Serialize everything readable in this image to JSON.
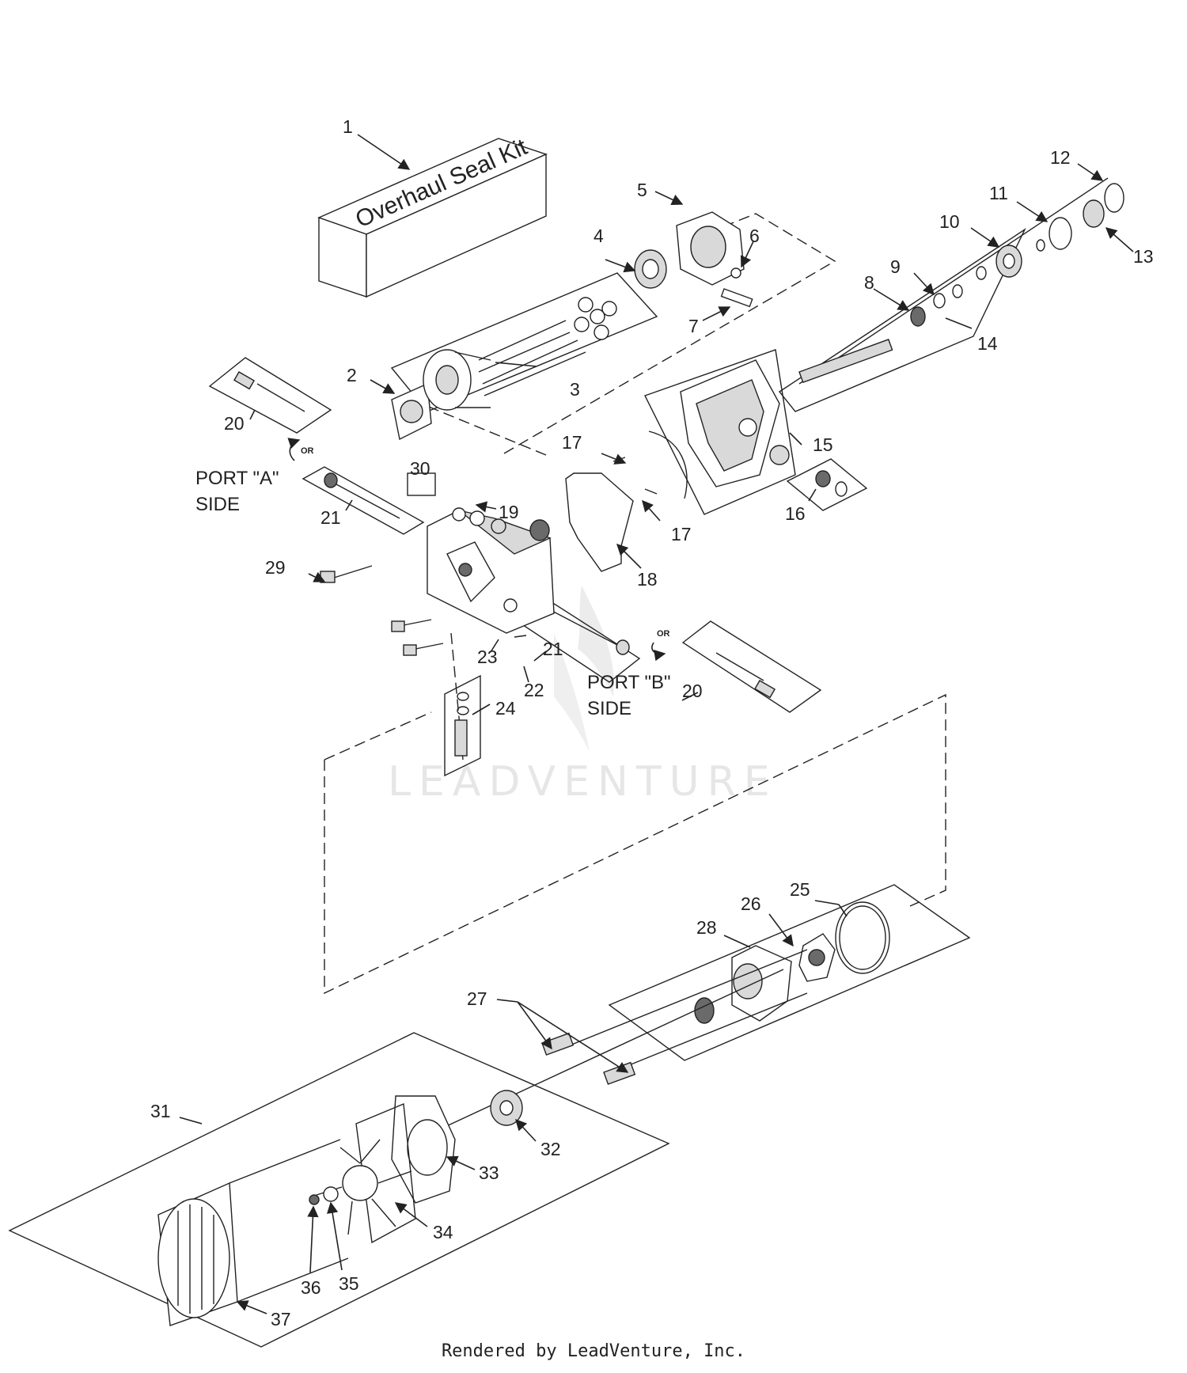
{
  "kit_label": "Overhaul Seal Kit",
  "parts": [
    "1",
    "2",
    "3",
    "4",
    "5",
    "6",
    "7",
    "8",
    "9",
    "10",
    "11",
    "12",
    "13",
    "14",
    "15",
    "16",
    "17",
    "17",
    "18",
    "19",
    "20",
    "20",
    "21",
    "21",
    "22",
    "23",
    "24",
    "25",
    "26",
    "27",
    "28",
    "29",
    "30",
    "31",
    "32",
    "33",
    "34",
    "35",
    "36",
    "37"
  ],
  "port_a": {
    "line1": "PORT \"A\"",
    "line2": "SIDE",
    "or": "OR"
  },
  "port_b": {
    "line1": "PORT \"B\"",
    "line2": "SIDE",
    "or": "OR"
  },
  "watermark": "LEADVENTURE",
  "footer": "Rendered by LeadVenture, Inc."
}
